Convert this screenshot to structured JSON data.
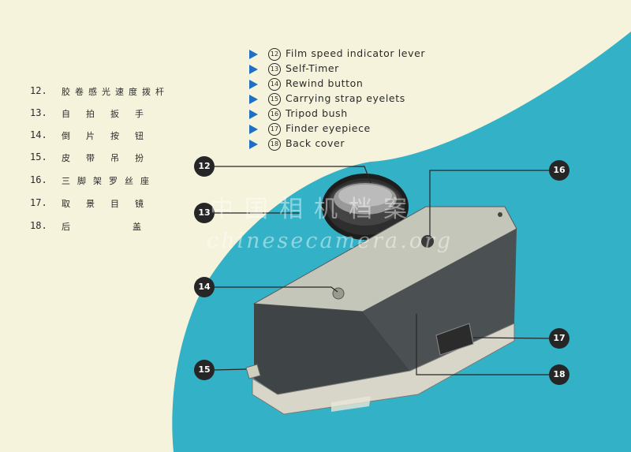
{
  "chinese_list": [
    {
      "num": "12.",
      "text": "胶卷感光速度拨杆"
    },
    {
      "num": "13.",
      "text": "自拍扳手"
    },
    {
      "num": "14.",
      "text": "倒片按钮"
    },
    {
      "num": "15.",
      "text": "皮带吊扮"
    },
    {
      "num": "16.",
      "text": "三脚架罗丝座"
    },
    {
      "num": "17.",
      "text": "取景目镜"
    },
    {
      "num": "18.",
      "text": "后  盖"
    }
  ],
  "legend": [
    {
      "circled": "12",
      "text": "Film speed indicator lever"
    },
    {
      "circled": "13",
      "text": "Self-Timer"
    },
    {
      "circled": "14",
      "text": "Rewind button"
    },
    {
      "circled": "15",
      "text": "Carrying strap eyelets"
    },
    {
      "circled": "16",
      "text": "Tripod bush"
    },
    {
      "circled": "17",
      "text": "Finder eyepiece"
    },
    {
      "circled": "18",
      "text": "Back cover"
    }
  ],
  "callouts": [
    "12",
    "13",
    "14",
    "15",
    "16",
    "17",
    "18"
  ],
  "watermark": {
    "line1": "中国相机档案",
    "line2": "chinesecamera.org"
  },
  "colors": {
    "paper": "#f5f3dc",
    "teal": "#33b2c7",
    "legend_marker": "#1f6fc2",
    "badge": "#262626"
  }
}
